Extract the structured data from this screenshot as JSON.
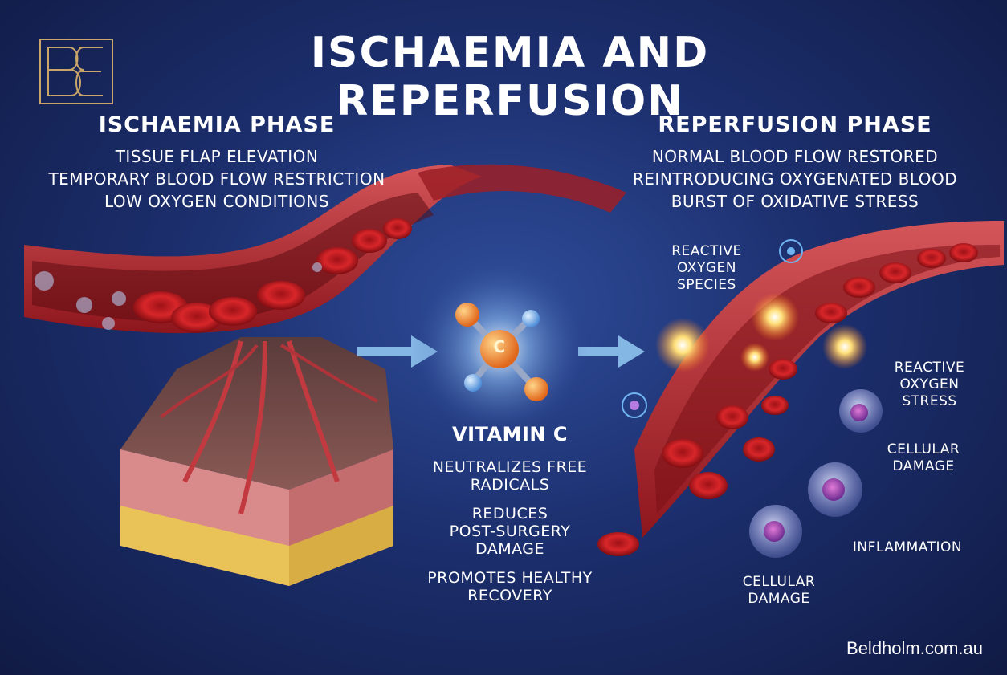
{
  "title": "ISCHAEMIA AND REPERFUSION",
  "ischaemia": {
    "heading": "ISCHAEMIA PHASE",
    "lines": [
      "TISSUE FLAP ELEVATION",
      "TEMPORARY BLOOD FLOW RESTRICTION",
      "LOW OXYGEN CONDITIONS"
    ]
  },
  "reperfusion": {
    "heading": "REPERFUSION PHASE",
    "lines": [
      "NORMAL BLOOD FLOW RESTORED",
      "REINTRODUCING OXYGENATED BLOOD",
      "BURST OF OXIDATIVE STRESS"
    ]
  },
  "vitamin_c": {
    "molecule_letter": "C",
    "heading": "VITAMIN C",
    "benefits": [
      [
        "NEUTRALIZES FREE",
        "RADICALS"
      ],
      [
        "REDUCES",
        "POST-SURGERY",
        "DAMAGE"
      ],
      [
        "PROMOTES HEALTHY",
        "RECOVERY"
      ]
    ]
  },
  "labels": {
    "ros_species": [
      "REACTIVE",
      "OXYGEN",
      "SPECIES"
    ],
    "ros_stress": [
      "REACTIVE",
      "OXYGEN",
      "STRESS"
    ],
    "cellular_damage_1": [
      "CELLULAR",
      "DAMAGE"
    ],
    "inflammation": "INFLAMMATION",
    "cellular_damage_2": [
      "CELLULAR",
      "DAMAGE"
    ]
  },
  "website": "Beldholm.com.au",
  "colors": {
    "background": "#1c2f6e",
    "vessel": "#b8242c",
    "blood_cell": "#d8262a",
    "arrow": "#8fc4ee",
    "gold": "#caa56a",
    "glow": "#ffd04a"
  }
}
